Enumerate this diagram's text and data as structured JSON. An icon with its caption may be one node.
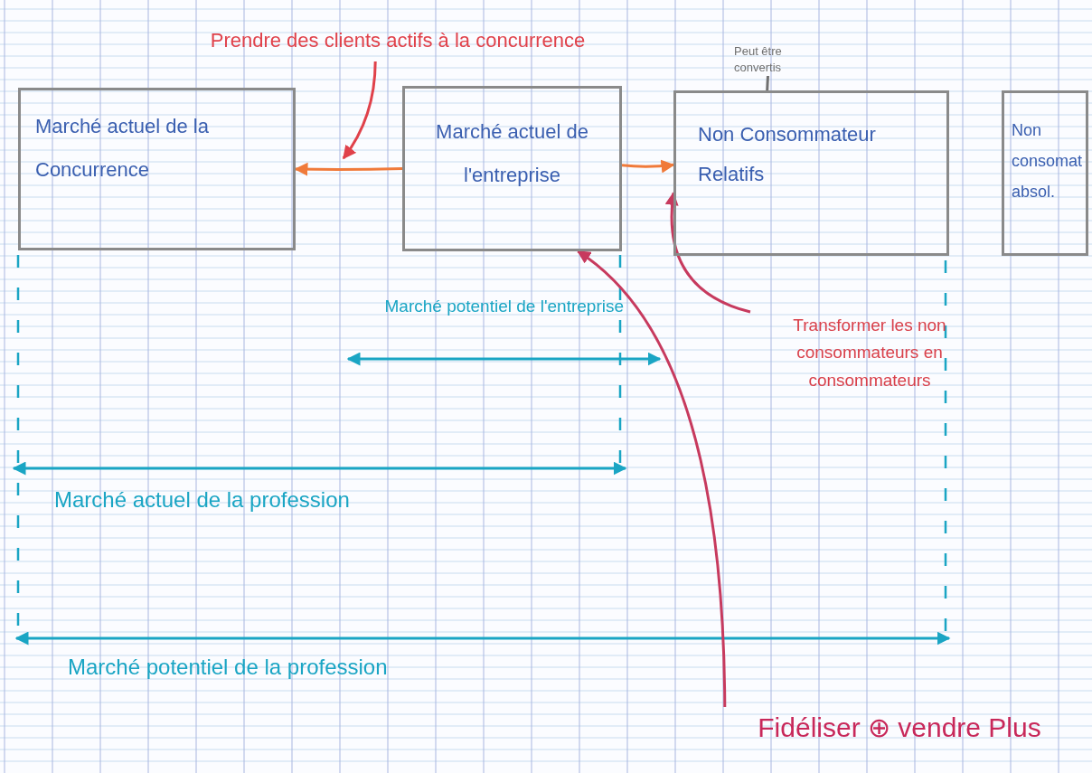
{
  "diagram": {
    "nodes": [
      {
        "text": [
          "Prendre des clients actifs à la concurrence"
        ]
      },
      {
        "text": [
          "Peut être convertis"
        ]
      },
      {
        "text": [
          "Marché actuel de la Concurrence"
        ]
      },
      {
        "text": [
          "Marché actuel de l'entreprise"
        ]
      },
      {
        "text": [
          "Non Consommateur Relatifs"
        ]
      },
      {
        "text": [
          "Non consomat absol."
        ]
      },
      {
        "text": [
          "Transformer les non consommateurs en consommateurs"
        ]
      },
      {
        "text": [
          "Fidéliser ⊕ vendre Plus"
        ]
      }
    ],
    "edges": [
      {
        "from": 3,
        "to": 2,
        "arrow": "to",
        "color": "#f07a3a"
      },
      {
        "from": 3,
        "to": 4,
        "arrow": "to",
        "color": "#f07a3a"
      },
      {
        "from": 0,
        "to": null,
        "arrow": "to",
        "color": "#e0414a"
      },
      {
        "from": 1,
        "to": 4,
        "arrow": "none",
        "color": "#707070"
      },
      {
        "from": 6,
        "to": 4,
        "arrow": "to",
        "color": "#c73a5e"
      },
      {
        "from": 7,
        "to": 3,
        "arrow": "to",
        "color": "#c73a5e"
      }
    ],
    "labels": [
      "Marché potentiel de l'entreprise",
      "Marché actuel de la profession",
      "Marché potentiel de la profession"
    ]
  }
}
